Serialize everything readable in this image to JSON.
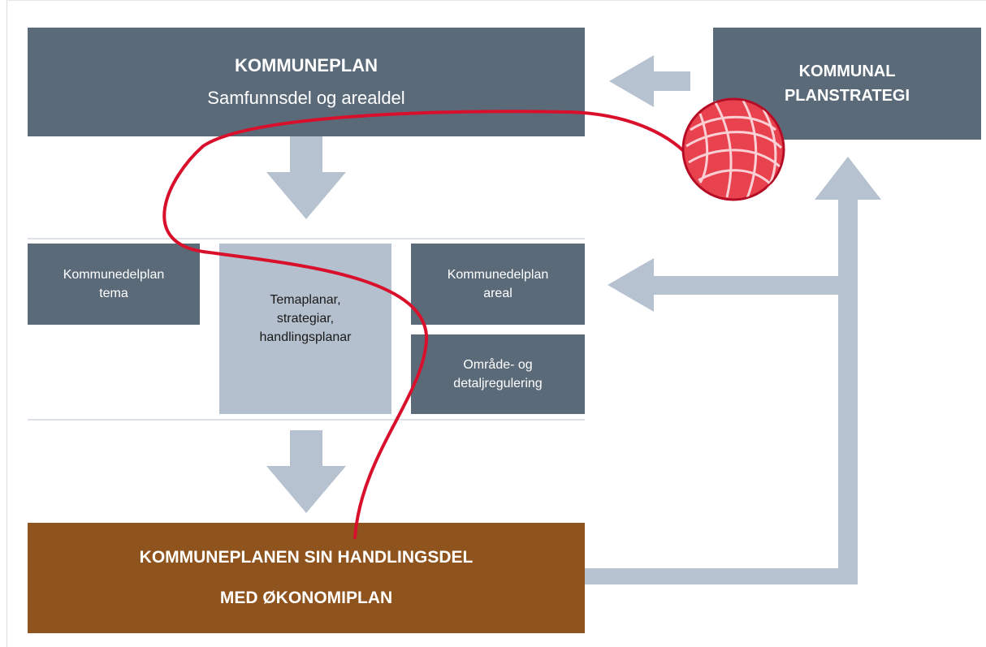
{
  "kommuneplan": {
    "title": "KOMMUNEPLAN",
    "subtitle": "Samfunnsdel og arealdel"
  },
  "planstrategi": {
    "line1": "KOMMUNAL",
    "line2": "PLANSTRATEGI"
  },
  "kdp_tema": {
    "line1": "Kommunedelplan",
    "line2": "tema"
  },
  "temaplanar": {
    "line1": "Temaplanar,",
    "line2": "strategiar,",
    "line3": "handlingsplanar"
  },
  "kdp_areal": {
    "line1": "Kommunedelplan",
    "line2": "areal"
  },
  "regulering": {
    "line1": "Område- og",
    "line2": "detaljregulering"
  },
  "handlingsdel": {
    "line1": "KOMMUNEPLANEN SIN HANDLINGSDEL",
    "line2": "MED ØKONOMIPLAN"
  },
  "colors": {
    "box_dark": "#5b6a79",
    "box_light": "#b4c0cd",
    "box_brown": "#8f531d",
    "arrow": "#b6c2cf",
    "thread": "#d8102c"
  }
}
